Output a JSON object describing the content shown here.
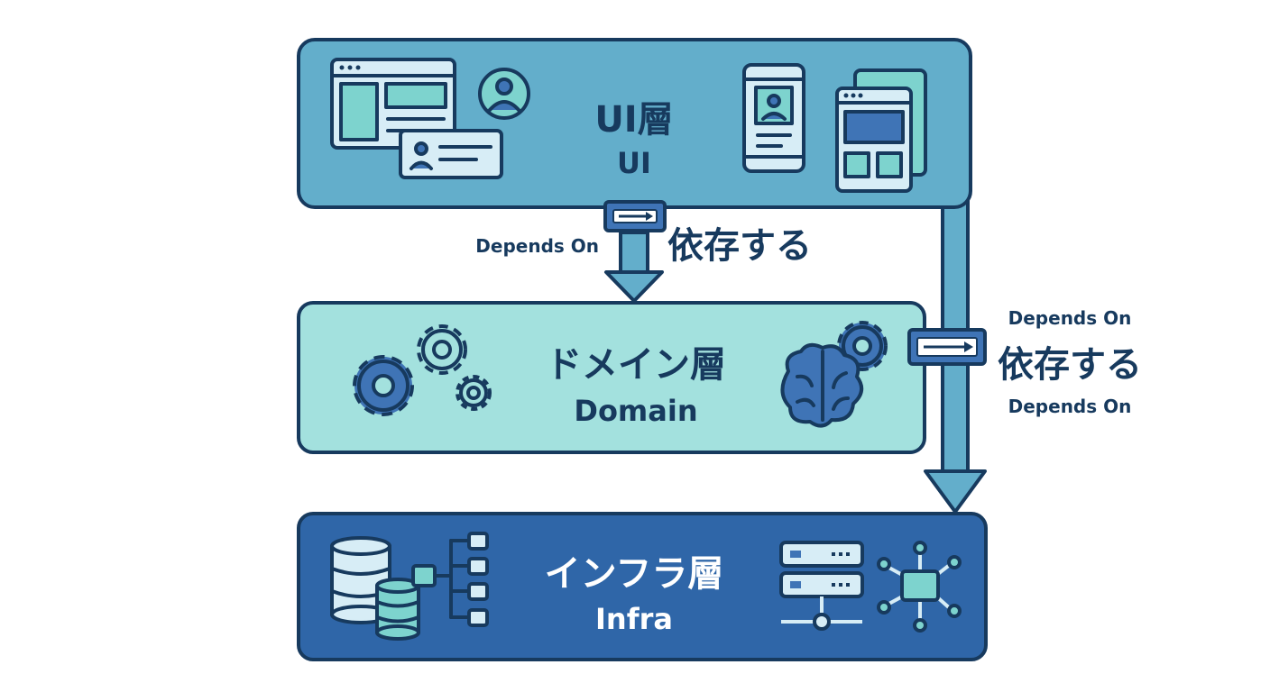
{
  "layers": {
    "ui": {
      "title_jp": "UI層",
      "title_en": "UI"
    },
    "domain": {
      "title_jp": "ドメイン層",
      "title_en": "Domain"
    },
    "infra": {
      "title_jp": "インフラ層",
      "title_en": "Infra"
    }
  },
  "arrows": {
    "ui_to_domain": {
      "label_en": "Depends On",
      "label_jp": "依存する"
    },
    "ui_to_infra": {
      "label_en_top": "Depends On",
      "label_jp": "依存する",
      "label_en_bottom": "Depends On"
    }
  },
  "colors": {
    "outline": "#173a5e",
    "ui_fill": "#63aecb",
    "domain_fill": "#a3e1de",
    "infra_fill": "#2f66a8",
    "icon_light": "#d7edf6",
    "icon_teal": "#7dd3ce",
    "icon_blue": "#3f74b6"
  }
}
